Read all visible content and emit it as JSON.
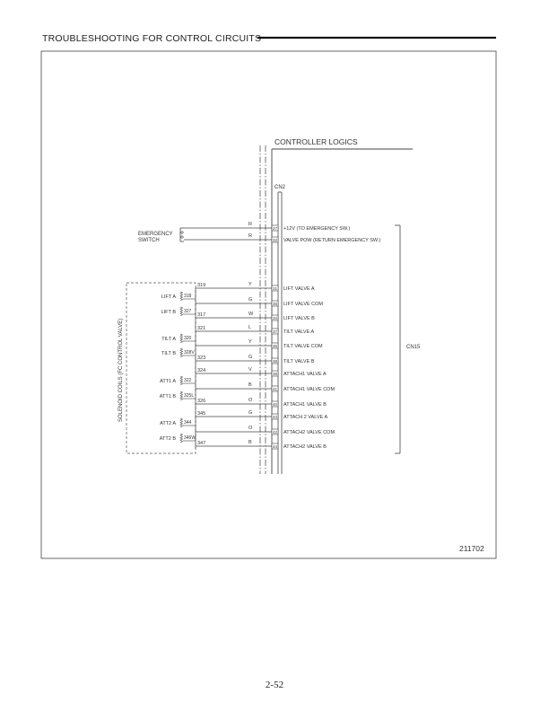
{
  "header": {
    "title": "TROUBLESHOOTING  FOR  CONTROL  CIRCUITS"
  },
  "page_number": "2-52",
  "figure_id": "211702",
  "controller": {
    "label": "CONTROLLER LOGICS",
    "connector": "CN2"
  },
  "connector_group": "CN15",
  "emergency": {
    "label_line1": "EMERGENCY",
    "label_line2": "SWITCH"
  },
  "solenoid_label": "SOLENOID COILS (FC CONTROL VALVE)",
  "pins": [
    {
      "num": "27",
      "desc": "+12V (TO EMERGENCY SW.)",
      "color": "R",
      "wire": ""
    },
    {
      "num": "32",
      "desc": "VALVE POW (RETURN EMERGENCY SW.)",
      "color": "R",
      "wire": ""
    },
    {
      "num": "31",
      "desc": "LIFT VALVE A",
      "color": "Y",
      "wire": "319"
    },
    {
      "num": "35",
      "desc": "LIFT VALVE COM",
      "color": "G",
      "wire": ""
    },
    {
      "num": "34",
      "desc": "LIFT VALVE B",
      "color": "W",
      "wire": "317"
    },
    {
      "num": "37",
      "desc": "TILT VALVE A",
      "color": "L",
      "wire": "321"
    },
    {
      "num": "36",
      "desc": "TILT VALVE COM",
      "color": "Y",
      "wire": ""
    },
    {
      "num": "38",
      "desc": "TILT VALVE B",
      "color": "G",
      "wire": "323"
    },
    {
      "num": "39",
      "desc": "ATTACH1 VALVE A",
      "color": "V",
      "wire": "324"
    },
    {
      "num": "41",
      "desc": "ATTACH1 VALVE COM",
      "color": "B",
      "wire": ""
    },
    {
      "num": "40",
      "desc": "ATTACH1 VALVE B",
      "color": "O",
      "wire": "326"
    },
    {
      "num": "43",
      "desc": "ATTACH 2 VALVE A",
      "color": "G",
      "wire": "345"
    },
    {
      "num": "42",
      "desc": "ATTACH2 VALVE COM",
      "color": "O",
      "wire": ""
    },
    {
      "num": "44",
      "desc": "ATTACH2 VALVE B",
      "color": "B",
      "wire": "347"
    }
  ],
  "coils": [
    {
      "name": "LIFT A",
      "wire": "318"
    },
    {
      "name": "LIFT B",
      "wire": "327"
    },
    {
      "name": "TILT A",
      "wire": "320"
    },
    {
      "name": "TILT B",
      "wire": "328V"
    },
    {
      "name": "ATT1 A",
      "wire": "322"
    },
    {
      "name": "ATT1 B",
      "wire": "325L"
    },
    {
      "name": "ATT2 A",
      "wire": "344"
    },
    {
      "name": "ATT2 B",
      "wire": "346W"
    }
  ]
}
